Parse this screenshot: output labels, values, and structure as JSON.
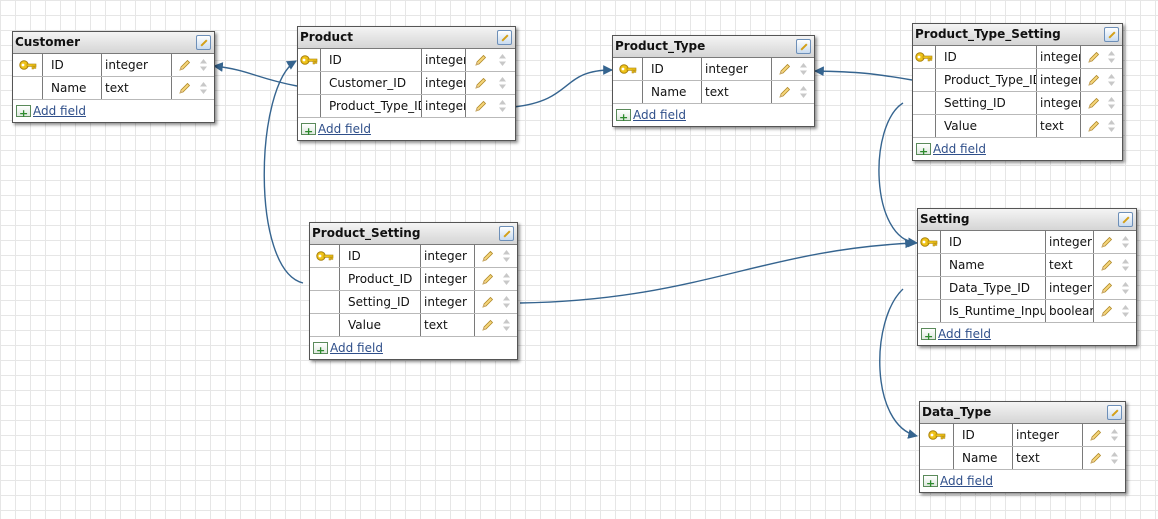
{
  "diagram": {
    "tables": [
      {
        "id": "customer",
        "title": "Customer",
        "fields": [
          {
            "name": "ID",
            "type": "integer",
            "pk": true
          },
          {
            "name": "Name",
            "type": "text"
          }
        ],
        "add_label": "Add field"
      },
      {
        "id": "product",
        "title": "Product",
        "fields": [
          {
            "name": "ID",
            "type": "integer",
            "pk": true
          },
          {
            "name": "Customer_ID",
            "type": "integer"
          },
          {
            "name": "Product_Type_ID",
            "type": "integer"
          }
        ],
        "add_label": "Add field"
      },
      {
        "id": "product_type",
        "title": "Product_Type",
        "fields": [
          {
            "name": "ID",
            "type": "integer",
            "pk": true
          },
          {
            "name": "Name",
            "type": "text"
          }
        ],
        "add_label": "Add field"
      },
      {
        "id": "product_type_setting",
        "title": "Product_Type_Setting",
        "fields": [
          {
            "name": "ID",
            "type": "integer",
            "pk": true
          },
          {
            "name": "Product_Type_ID",
            "type": "integer"
          },
          {
            "name": "Setting_ID",
            "type": "integer"
          },
          {
            "name": "Value",
            "type": "text"
          }
        ],
        "add_label": "Add field"
      },
      {
        "id": "product_setting",
        "title": "Product_Setting",
        "fields": [
          {
            "name": "ID",
            "type": "integer",
            "pk": true
          },
          {
            "name": "Product_ID",
            "type": "integer"
          },
          {
            "name": "Setting_ID",
            "type": "integer"
          },
          {
            "name": "Value",
            "type": "text"
          }
        ],
        "add_label": "Add field"
      },
      {
        "id": "setting",
        "title": "Setting",
        "fields": [
          {
            "name": "ID",
            "type": "integer",
            "pk": true
          },
          {
            "name": "Name",
            "type": "text"
          },
          {
            "name": "Data_Type_ID",
            "type": "integer"
          },
          {
            "name": "Is_Runtime_Input",
            "type": "boolean"
          }
        ],
        "add_label": "Add field"
      },
      {
        "id": "data_type",
        "title": "Data_Type",
        "fields": [
          {
            "name": "ID",
            "type": "integer",
            "pk": true
          },
          {
            "name": "Name",
            "type": "text"
          }
        ],
        "add_label": "Add field"
      }
    ],
    "relations": [
      {
        "from": "product.Customer_ID",
        "to": "customer.ID"
      },
      {
        "from": "product.Product_Type_ID",
        "to": "product_type.ID"
      },
      {
        "from": "product_type_setting.Product_Type_ID",
        "to": "product_type.ID"
      },
      {
        "from": "product_type_setting.Setting_ID",
        "to": "setting.ID"
      },
      {
        "from": "product_setting.Product_ID",
        "to": "product.ID"
      },
      {
        "from": "product_setting.Setting_ID",
        "to": "setting.ID"
      },
      {
        "from": "setting.Data_Type_ID",
        "to": "data_type.ID"
      }
    ],
    "colors": {
      "link": "#35648f",
      "link_text": "#2f4f8a",
      "key": "#e0a800"
    }
  }
}
